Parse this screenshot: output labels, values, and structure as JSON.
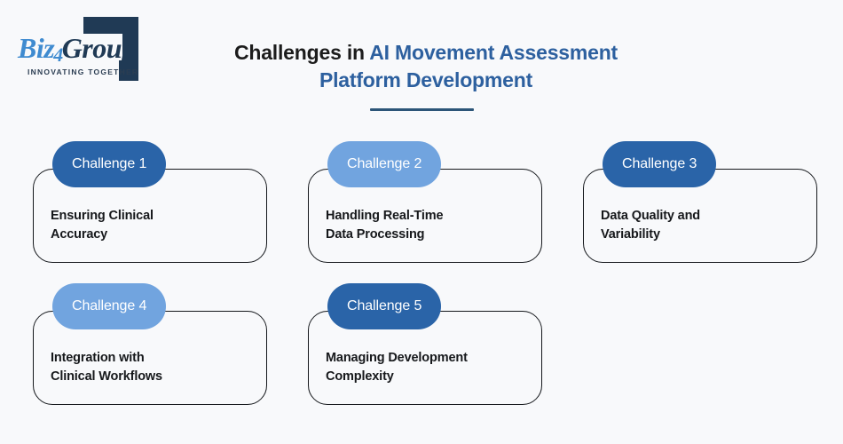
{
  "logo": {
    "name_part1": "Biz",
    "name_part2": "4",
    "name_part3": "Group",
    "tagline": "INNOVATING TOGETHER",
    "colors": {
      "light_blue": "#3f8bd0",
      "navy": "#203a55"
    }
  },
  "heading": {
    "lead": "Challenges in ",
    "accent": "AI Movement Assessment Platform Development",
    "accent_color": "#2d609f",
    "rule_color": "#2c5578"
  },
  "background_color": "#f8f9fb",
  "cards": [
    {
      "badge": "Challenge 1",
      "badge_color": "#2a64a8",
      "text": "Ensuring Clinical\nAccuracy"
    },
    {
      "badge": "Challenge 2",
      "badge_color": "#71a4df",
      "text": "Handling Real-Time\nData Processing"
    },
    {
      "badge": "Challenge 3",
      "badge_color": "#2a64a8",
      "text": "Data Quality and\nVariability"
    },
    {
      "badge": "Challenge 4",
      "badge_color": "#71a4df",
      "text": "Integration with\nClinical Workflows"
    },
    {
      "badge": "Challenge 5",
      "badge_color": "#2a64a8",
      "text": "Managing Development\nComplexity"
    }
  ]
}
